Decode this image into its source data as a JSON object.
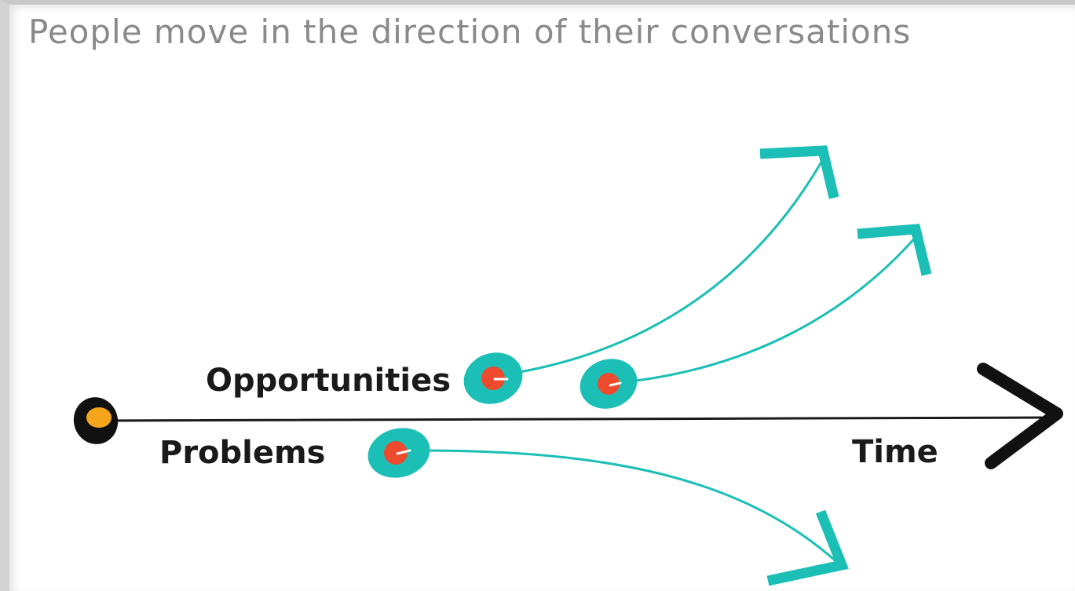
{
  "title": "People move in the direction of their conversations",
  "labels": {
    "opportunities": "Opportunities",
    "problems": "Problems",
    "time": "Time"
  },
  "colors": {
    "teal": "#1bbfb5",
    "orange_red": "#ee4a2e",
    "amber": "#f4a51c",
    "ink": "#111111",
    "title_gray": "#8a8a8a"
  }
}
